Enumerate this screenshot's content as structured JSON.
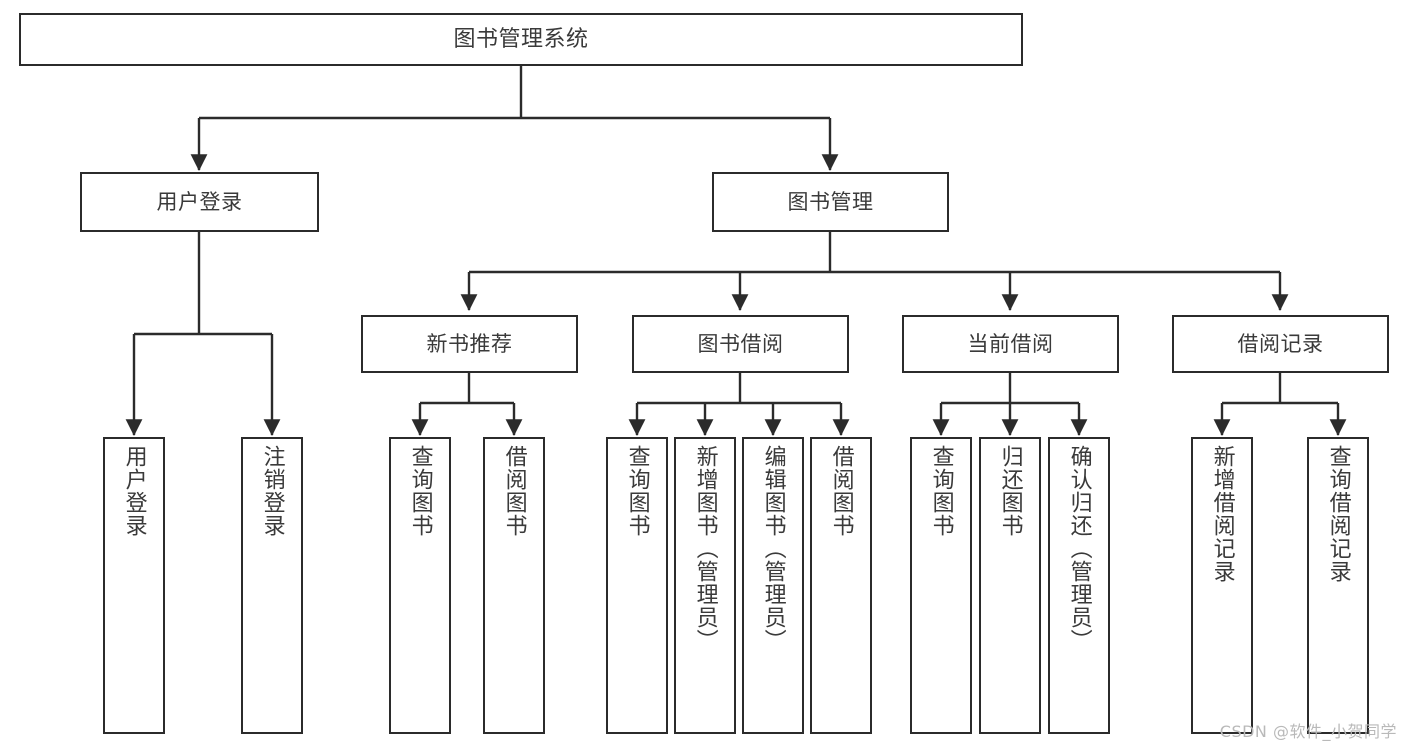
{
  "diagram": {
    "title": "图书管理系统",
    "type": "tree-hierarchy-chart",
    "line_color": "#2b2b2b",
    "box_fill": "#ffffff",
    "text_color": "#3a3a3a",
    "watermark": "CSDN @软件_小贺同学",
    "nodes": {
      "root": {
        "label": "图书管理系统"
      },
      "level2": [
        {
          "label": "用户登录"
        },
        {
          "label": "图书管理"
        }
      ],
      "level3": [
        {
          "label": "新书推荐"
        },
        {
          "label": "图书借阅"
        },
        {
          "label": "当前借阅"
        },
        {
          "label": "借阅记录"
        }
      ],
      "leaves": [
        {
          "label": "用户登录"
        },
        {
          "label": "注销登录"
        },
        {
          "label": "查询图书"
        },
        {
          "label": "借阅图书"
        },
        {
          "label": "查询图书"
        },
        {
          "label": "新增图书（管理员）"
        },
        {
          "label": "编辑图书（管理员）"
        },
        {
          "label": "借阅图书"
        },
        {
          "label": "查询图书"
        },
        {
          "label": "归还图书"
        },
        {
          "label": "确认归还（管理员）"
        },
        {
          "label": "新增借阅记录"
        },
        {
          "label": "查询借阅记录"
        }
      ]
    }
  }
}
